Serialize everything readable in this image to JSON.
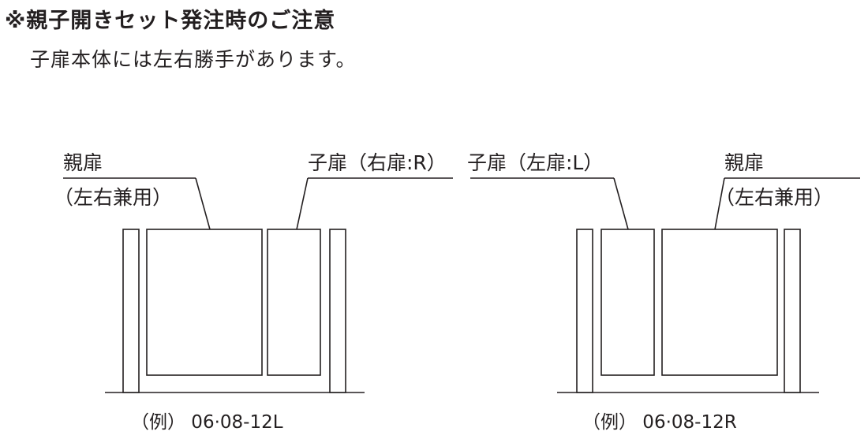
{
  "header": {
    "title": "※親子開きセット発注時のご注意",
    "note": "子扉本体には左右勝手があります。"
  },
  "diagram_left": {
    "label_parent": "親扉",
    "label_parent_sub": "（左右兼用）",
    "label_child": "子扉（右扉:R）",
    "caption": "（例） 06·08-12L"
  },
  "diagram_right": {
    "label_child": "子扉（左扉:L）",
    "label_parent": "親扉",
    "label_parent_sub": "（左右兼用）",
    "caption": "（例） 06·08-12R"
  }
}
